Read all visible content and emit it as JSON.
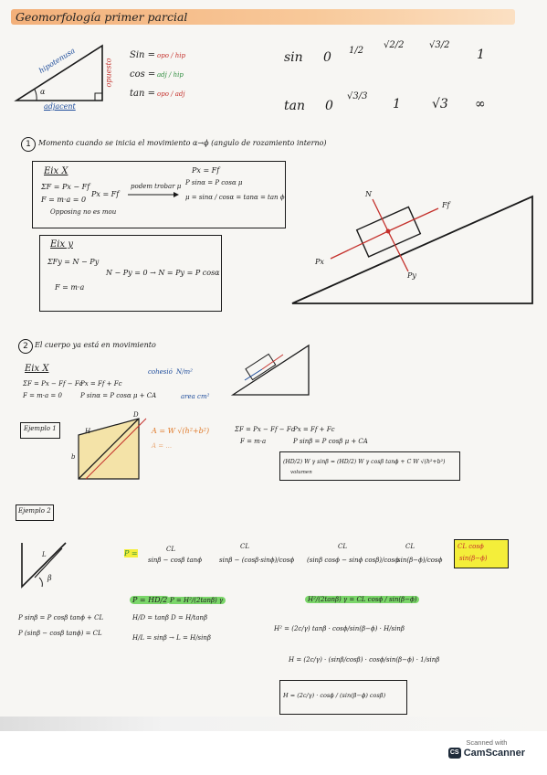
{
  "title": "Geomorfología primer parcial",
  "trig": {
    "hipotenusa": "hipotenusa",
    "opuesto": "opuesto",
    "adjacent": "adjacent",
    "alpha": "α",
    "sin_def": "Sin =",
    "sin_frac": "opo / hip",
    "cos_def": "cos =",
    "cos_frac": "adj / hip",
    "tan_def": "tan =",
    "tan_frac": "opo / adj",
    "sin_row": [
      "sin",
      "0",
      "1/2",
      "√2/2",
      "√3/2",
      "1"
    ],
    "tan_row": [
      "tan",
      "0",
      "√3/3",
      "1",
      "√3",
      "∞"
    ]
  },
  "section1": {
    "number": "1",
    "heading": "Momento cuando se inicia el movimiento  α→ϕ (angulo de rozamiento interno)",
    "eix_x": "Eix X",
    "eq1": "ΣF = Px − Ff",
    "eq2": "F = m·a = 0",
    "eq3": "Px = Ff",
    "note": "Opposing no es mou",
    "arrow_label": "podem trobar μ",
    "res1": "Px = Ff",
    "res2": "P sinα = P cosα μ",
    "res3": "μ = sinα / cosα = tanα = tan ϕ",
    "eix_y": "Eix y",
    "y_eq1": "ΣFy = N − Py",
    "y_eq2": "F = m·a",
    "y_res": "N − Py = 0 → N = Py = P cosα",
    "labels": {
      "N": "N",
      "Ff": "Ff",
      "Px": "Px",
      "Py": "Py"
    }
  },
  "section2": {
    "number": "2",
    "heading": "El cuerpo ya está en movimiento",
    "eix_x": "Eix X",
    "eq1": "ΣF = Px − Ff − Fc",
    "eq2": "F = m·a = 0",
    "res1": "Px = Ff + Fc",
    "res2": "P sinα = P cosα μ + CA",
    "cohesio": "cohesió",
    "cohesio_unit": "N/m²",
    "area": "area cm²"
  },
  "ejemplo1": {
    "label": "Ejemplo 1",
    "H": "H",
    "D": "D",
    "b": "b",
    "A_eq": "A = W √(h²+b²)",
    "A2": "A = ...",
    "eq1": "ΣF = Px − Ff − Fc",
    "eq2": "F = m·a",
    "r1": "Px = Ff + Fc",
    "r2": "P sinβ = P cosβ μ + CA",
    "boxed": "(HD/2) W γ sinβ = (HD/2) W γ cosβ tanϕ + C W √(h²+b²)",
    "vol": "volumen"
  },
  "ejemplo2": {
    "label": "Ejemplo 2",
    "beta": "β",
    "L": "L",
    "P_eq": "P =",
    "f1n": "CL",
    "f1d": "sinβ − cosβ tanϕ",
    "f2n": "CL",
    "f2d": "sinβ − (cosβ·sinϕ)/cosϕ",
    "f3n": "CL",
    "f3d": "(sinβ cosϕ − sinϕ cosβ)/cosϕ",
    "f4n": "CL",
    "f4d": "sin(β−ϕ)/cosϕ",
    "f5n": "CL cosϕ",
    "f5d": "sin(β−ϕ)",
    "green1": "P = HD/2",
    "green1b": "P = H²/(2tanβ) γ",
    "green2": "H²/(2tanβ) γ = CL cosϕ / sin(β−ϕ)",
    "l1": "P sinβ = P cosβ tanϕ + CL",
    "l2": "P (sinβ − cosβ tanϕ) = CL",
    "m1": "H/D = tanβ   D = H/tanβ",
    "m2": "H/L = sinβ → L = H/sinβ",
    "r1": "H² = (2c/γ) tanβ · cosϕ/sin(β−ϕ) · H/sinβ",
    "r2": "H = (2c/γ) · (sinβ/cosβ) · cosϕ/sin(β−ϕ) · 1/sinβ",
    "final": "H = (2c/γ) · cosϕ / (sin(β−ϕ) cosβ)"
  },
  "footer": {
    "scanned_with": "Scanned with",
    "camscanner": "CamScanner",
    "badge": "CS"
  }
}
